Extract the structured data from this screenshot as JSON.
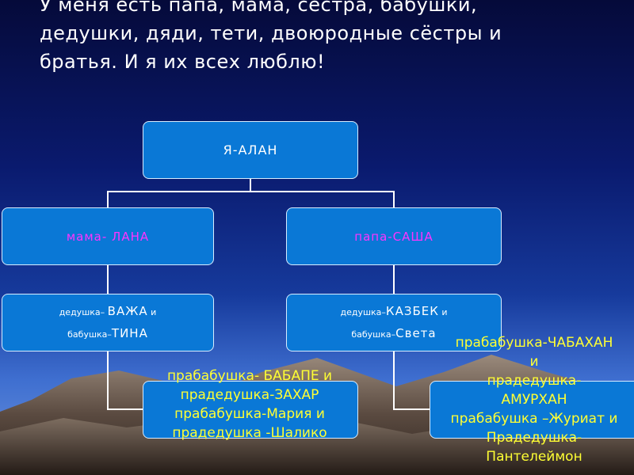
{
  "heading": {
    "line1": "У меня есть папа, мама, сестра, бабушки,",
    "line2": "дедушки, дяди, тети, двоюродные сёстры и",
    "line3": "братья. И я их всех люблю!"
  },
  "tree": {
    "root": "Я-АЛАН",
    "mother": "мама- ЛАНА",
    "father": "папа-САША",
    "maternal_grandparents": {
      "grandfather_prefix": "дедушка–",
      "grandfather_name": "ВАЖА",
      "conj": "и",
      "grandmother_prefix": "бабушка–",
      "grandmother_name": "ТИНА"
    },
    "paternal_grandparents": {
      "grandfather_prefix": "дедушка–",
      "grandfather_name": "КАЗБЕК",
      "conj": "и",
      "grandmother_prefix": "бабушка–",
      "grandmother_name": "Света"
    },
    "maternal_great": [
      "прабабушка- БАБАПЕ и",
      "прадедушка-ЗАХАР",
      "прабабушка-Мария и",
      "прадедушка -Шалико"
    ],
    "paternal_great": [
      "прабабушка-ЧАБАХАН",
      "и",
      "прадедушка-",
      "АМУРХАН",
      "прабабушка –Журиат и",
      "Прадедушка-",
      "Пантелеймон"
    ]
  },
  "colors": {
    "node_fill": "#0a78d6",
    "parent_text": "#ff33ff",
    "great_text": "#ffff33",
    "heading_text": "#ffffff"
  }
}
